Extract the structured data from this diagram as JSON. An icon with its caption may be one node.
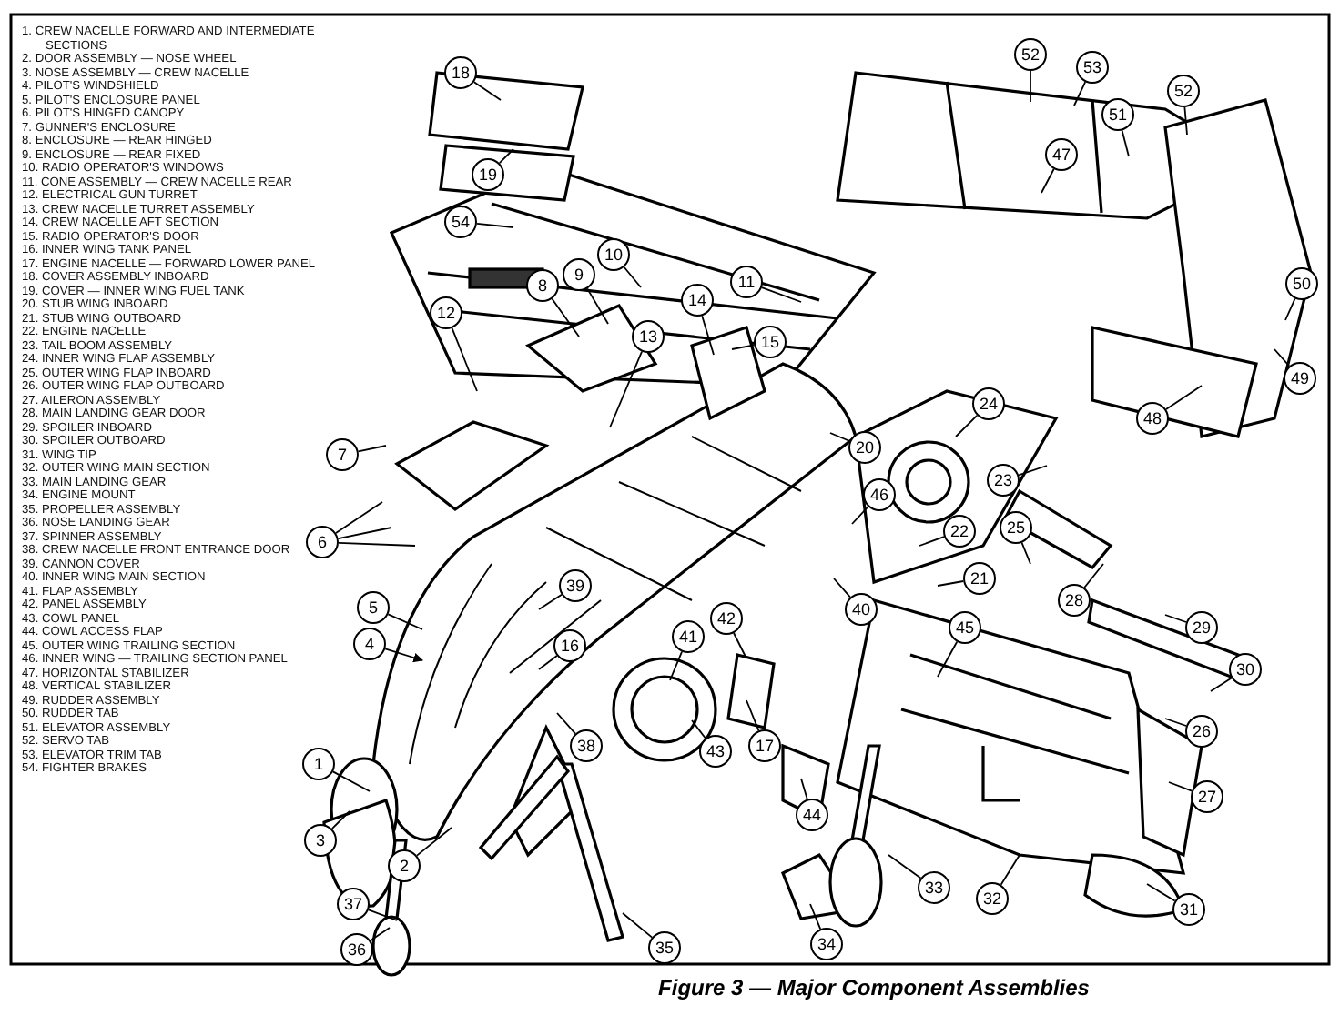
{
  "diagram": {
    "caption": "Figure 3 — Major Component Assemblies",
    "nodes": [
      {
        "text": [
          "1"
        ]
      },
      {
        "text": [
          "2"
        ]
      },
      {
        "text": [
          "3"
        ]
      },
      {
        "text": [
          "4"
        ]
      },
      {
        "text": [
          "5"
        ]
      },
      {
        "text": [
          "6"
        ]
      },
      {
        "text": [
          "7"
        ]
      },
      {
        "text": [
          "8"
        ]
      },
      {
        "text": [
          "9"
        ]
      },
      {
        "text": [
          "10"
        ]
      },
      {
        "text": [
          "11"
        ]
      },
      {
        "text": [
          "12"
        ]
      },
      {
        "text": [
          "13"
        ]
      },
      {
        "text": [
          "14"
        ]
      },
      {
        "text": [
          "15"
        ]
      },
      {
        "text": [
          "16"
        ]
      },
      {
        "text": [
          "17"
        ]
      },
      {
        "text": [
          "18"
        ]
      },
      {
        "text": [
          "19"
        ]
      },
      {
        "text": [
          "20"
        ]
      },
      {
        "text": [
          "21"
        ]
      },
      {
        "text": [
          "22"
        ]
      },
      {
        "text": [
          "23"
        ]
      },
      {
        "text": [
          "24"
        ]
      },
      {
        "text": [
          "25"
        ]
      },
      {
        "text": [
          "26"
        ]
      },
      {
        "text": [
          "27"
        ]
      },
      {
        "text": [
          "28"
        ]
      },
      {
        "text": [
          "29"
        ]
      },
      {
        "text": [
          "30"
        ]
      },
      {
        "text": [
          "31"
        ]
      },
      {
        "text": [
          "32"
        ]
      },
      {
        "text": [
          "33"
        ]
      },
      {
        "text": [
          "34"
        ]
      },
      {
        "text": [
          "35"
        ]
      },
      {
        "text": [
          "36"
        ]
      },
      {
        "text": [
          "37"
        ]
      },
      {
        "text": [
          "38"
        ]
      },
      {
        "text": [
          "39"
        ]
      },
      {
        "text": [
          "40"
        ]
      },
      {
        "text": [
          "41"
        ]
      },
      {
        "text": [
          "42"
        ]
      },
      {
        "text": [
          "43"
        ]
      },
      {
        "text": [
          "44"
        ]
      },
      {
        "text": [
          "45"
        ]
      },
      {
        "text": [
          "46"
        ]
      },
      {
        "text": [
          "47"
        ]
      },
      {
        "text": [
          "48"
        ]
      },
      {
        "text": [
          "49"
        ]
      },
      {
        "text": [
          "50"
        ]
      },
      {
        "text": [
          "51"
        ]
      },
      {
        "text": [
          "52"
        ]
      },
      {
        "text": [
          "52"
        ]
      },
      {
        "text": [
          "53"
        ]
      },
      {
        "text": [
          "54"
        ]
      }
    ],
    "edges": [
      {
        "from": 0,
        "to": null,
        "arrow": "none"
      },
      {
        "from": 1,
        "to": null,
        "arrow": "none"
      },
      {
        "from": 2,
        "to": null,
        "arrow": "none"
      },
      {
        "from": 3,
        "to": null,
        "arrow": "to"
      },
      {
        "from": 4,
        "to": null,
        "arrow": "none"
      },
      {
        "from": 5,
        "to": null,
        "arrow": "none"
      },
      {
        "from": 5,
        "to": null,
        "arrow": "none"
      },
      {
        "from": 5,
        "to": null,
        "arrow": "none"
      },
      {
        "from": 6,
        "to": null,
        "arrow": "none"
      },
      {
        "from": 7,
        "to": null,
        "arrow": "none"
      },
      {
        "from": 8,
        "to": null,
        "arrow": "none"
      },
      {
        "from": 9,
        "to": null,
        "arrow": "none"
      },
      {
        "from": 10,
        "to": null,
        "arrow": "none"
      },
      {
        "from": 11,
        "to": null,
        "arrow": "none"
      },
      {
        "from": 12,
        "to": null,
        "arrow": "none"
      },
      {
        "from": 13,
        "to": null,
        "arrow": "none"
      },
      {
        "from": 14,
        "to": null,
        "arrow": "none"
      },
      {
        "from": 15,
        "to": null,
        "arrow": "none"
      },
      {
        "from": 16,
        "to": null,
        "arrow": "none"
      },
      {
        "from": 17,
        "to": null,
        "arrow": "none"
      },
      {
        "from": 18,
        "to": null,
        "arrow": "none"
      },
      {
        "from": 19,
        "to": null,
        "arrow": "none"
      },
      {
        "from": 20,
        "to": null,
        "arrow": "none"
      },
      {
        "from": 21,
        "to": null,
        "arrow": "none"
      },
      {
        "from": 22,
        "to": null,
        "arrow": "none"
      },
      {
        "from": 23,
        "to": null,
        "arrow": "none"
      },
      {
        "from": 24,
        "to": null,
        "arrow": "none"
      },
      {
        "from": 25,
        "to": null,
        "arrow": "none"
      },
      {
        "from": 26,
        "to": null,
        "arrow": "none"
      },
      {
        "from": 27,
        "to": null,
        "arrow": "none"
      },
      {
        "from": 28,
        "to": null,
        "arrow": "none"
      },
      {
        "from": 29,
        "to": null,
        "arrow": "none"
      },
      {
        "from": 30,
        "to": null,
        "arrow": "none"
      },
      {
        "from": 31,
        "to": null,
        "arrow": "none"
      },
      {
        "from": 32,
        "to": null,
        "arrow": "none"
      },
      {
        "from": 33,
        "to": null,
        "arrow": "none"
      },
      {
        "from": 34,
        "to": null,
        "arrow": "none"
      },
      {
        "from": 35,
        "to": null,
        "arrow": "none"
      },
      {
        "from": 36,
        "to": null,
        "arrow": "none"
      },
      {
        "from": 37,
        "to": null,
        "arrow": "none"
      },
      {
        "from": 38,
        "to": null,
        "arrow": "none"
      },
      {
        "from": 39,
        "to": null,
        "arrow": "none"
      },
      {
        "from": 40,
        "to": null,
        "arrow": "none"
      },
      {
        "from": 41,
        "to": null,
        "arrow": "none"
      },
      {
        "from": 42,
        "to": null,
        "arrow": "none"
      },
      {
        "from": 43,
        "to": null,
        "arrow": "none"
      },
      {
        "from": 44,
        "to": null,
        "arrow": "none"
      },
      {
        "from": 45,
        "to": null,
        "arrow": "none"
      },
      {
        "from": 46,
        "to": null,
        "arrow": "none"
      },
      {
        "from": 47,
        "to": null,
        "arrow": "none"
      },
      {
        "from": 48,
        "to": null,
        "arrow": "none"
      },
      {
        "from": 49,
        "to": null,
        "arrow": "none"
      },
      {
        "from": 50,
        "to": null,
        "arrow": "none"
      },
      {
        "from": 51,
        "to": null,
        "arrow": "none"
      },
      {
        "from": 52,
        "to": null,
        "arrow": "none"
      },
      {
        "from": 53,
        "to": null,
        "arrow": "none"
      },
      {
        "from": 54,
        "to": null,
        "arrow": "none"
      }
    ],
    "labels": [
      "1. CREW NACELLE FORWARD AND INTERMEDIATE SECTIONS",
      "2. DOOR ASSEMBLY — NOSE WHEEL",
      "3. NOSE ASSEMBLY — CREW NACELLE",
      "4. PILOT'S WINDSHIELD",
      "5. PILOT'S ENCLOSURE PANEL",
      "6. PILOT'S HINGED CANOPY",
      "7. GUNNER'S ENCLOSURE",
      "8. ENCLOSURE — REAR HINGED",
      "9. ENCLOSURE — REAR FIXED",
      "10. RADIO OPERATOR'S WINDOWS",
      "11. CONE ASSEMBLY — CREW NACELLE REAR",
      "12. ELECTRICAL GUN TURRET",
      "13. CREW NACELLE TURRET ASSEMBLY",
      "14. CREW NACELLE AFT SECTION",
      "15. RADIO OPERATOR'S DOOR",
      "16. INNER WING TANK PANEL",
      "17. ENGINE NACELLE — FORWARD LOWER PANEL",
      "18. COVER ASSEMBLY INBOARD",
      "19. COVER — INNER WING FUEL TANK",
      "20. STUB WING INBOARD",
      "21. STUB WING OUTBOARD",
      "22. ENGINE NACELLE",
      "23. TAIL BOOM ASSEMBLY",
      "24. INNER WING FLAP ASSEMBLY",
      "25. OUTER WING FLAP INBOARD",
      "26. OUTER WING FLAP OUTBOARD",
      "27. AILERON ASSEMBLY",
      "28. MAIN LANDING GEAR DOOR",
      "29. SPOILER INBOARD",
      "30. SPOILER OUTBOARD",
      "31. WING TIP",
      "32. OUTER WING MAIN SECTION",
      "33. MAIN LANDING GEAR",
      "34. ENGINE MOUNT",
      "35. PROPELLER ASSEMBLY",
      "36. NOSE LANDING GEAR",
      "37. SPINNER ASSEMBLY",
      "38. CREW NACELLE FRONT ENTRANCE DOOR",
      "39. CANNON COVER",
      "40. INNER WING MAIN SECTION",
      "41. FLAP ASSEMBLY",
      "42. PANEL ASSEMBLY",
      "43. COWL PANEL",
      "44. COWL ACCESS FLAP",
      "45. OUTER WING TRAILING SECTION",
      "46. INNER WING — TRAILING SECTION PANEL",
      "47. HORIZONTAL STABILIZER",
      "48. VERTICAL STABILIZER",
      "49. RUDDER ASSEMBLY",
      "50. RUDDER TAB",
      "51. ELEVATOR ASSEMBLY",
      "52. SERVO TAB",
      "53. ELEVATOR TRIM TAB",
      "54. FIGHTER BRAKES"
    ]
  }
}
